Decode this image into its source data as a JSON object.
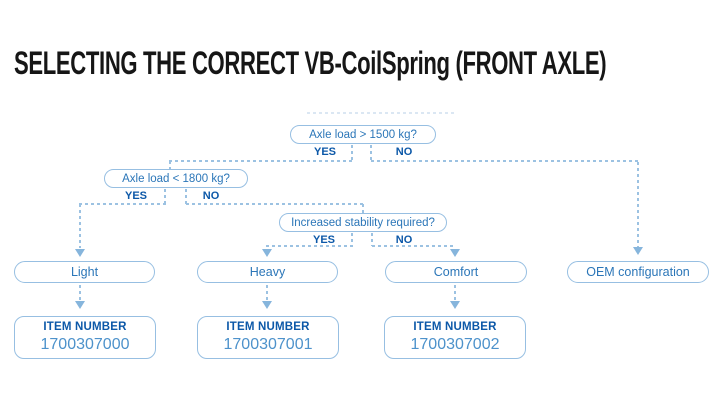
{
  "title": "SELECTING THE CORRECT VB-CoilSpring (FRONT AXLE)",
  "flowchart": {
    "decisions": [
      {
        "question": "Axle load > 1500 kg?",
        "yes_label": "YES",
        "no_label": "NO"
      },
      {
        "question": "Axle load < 1800 kg?",
        "yes_label": "YES",
        "no_label": "NO"
      },
      {
        "question": "Increased stability required?",
        "yes_label": "YES",
        "no_label": "NO"
      }
    ],
    "outcomes": [
      {
        "label": "Light",
        "item_number_label": "ITEM NUMBER",
        "item_number": "1700307000"
      },
      {
        "label": "Heavy",
        "item_number_label": "ITEM NUMBER",
        "item_number": "1700307001"
      },
      {
        "label": "Comfort",
        "item_number_label": "ITEM NUMBER",
        "item_number": "1700307002"
      },
      {
        "label": "OEM configuration"
      }
    ]
  },
  "colors": {
    "title_text": "#161616",
    "question_text": "#2b76b8",
    "branch_label": "#0c58a8",
    "box_border": "#97bfe2",
    "connector": "#9cc2e2",
    "item_number_value": "#4d92cb",
    "arrow_fill": "#86b5dc"
  }
}
